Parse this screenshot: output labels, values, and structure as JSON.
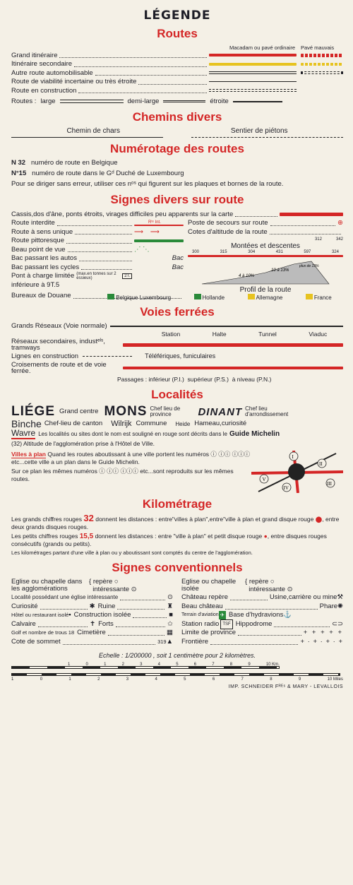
{
  "title": "LÉGENDE",
  "routes": {
    "heading": "Routes",
    "col_macadam": "Macadam ou pavé ordinaire",
    "col_pave": "Pavé mauvais",
    "rows": [
      "Grand itinéraire",
      "Itinéraire secondaire",
      "Autre route automobilisable",
      "Route de viabilité incertaine ou très étroite",
      "Route en construction"
    ],
    "widths_label": "Routes :",
    "w_large": "large",
    "w_demi": "demi-large",
    "w_etroite": "étroite"
  },
  "chemins": {
    "heading": "Chemins divers",
    "chars": "Chemin de chars",
    "pietons": "Sentier de piétons"
  },
  "numerotage": {
    "heading": "Numérotage des routes",
    "n32": "N 32",
    "n32_desc": "numéro de route en Belgique",
    "n15": "N°15",
    "n15_desc": "numéro de route dans le Gᵈ Duché de Luxembourg",
    "note": "Pour se diriger sans erreur, utiliser ces nᵒˢ qui figurent sur les plaques et bornes de la route."
  },
  "signes": {
    "heading": "Signes divers sur route",
    "cassis": "Cassis,dos d'âne, ponts étroits, virages difficiles peu apparents sur la carte",
    "left": [
      "Route interdite",
      "Route à sens unique",
      "Route pittoresque",
      "Beau point de vue",
      "Bac passant les autos",
      "Bac passant les cycles",
      "Pont à charge limitée",
      "inférieure à 9T.5",
      "Bureaux de Douane"
    ],
    "right": [
      "Poste de secours sur route",
      "Cotes d'altitude de la route",
      "Montées et descentes",
      "Profil de la route"
    ],
    "bac": "Bac",
    "rte_int": "Rᵗᵉ Int.",
    "max_tonnes": "(max.en tonnes sur 2 essieux)",
    "charge": "2T.",
    "alt_a": "312",
    "alt_b": "342",
    "profile_nums": [
      "300",
      "315",
      "304",
      "431",
      "597",
      "324"
    ],
    "pct1": "4 à 10%",
    "pct2": "10 à 13%",
    "pct3": "plus de 13%",
    "douanes": [
      "Belgique Luxembourg",
      "Hollande",
      "Allemagne",
      "France"
    ]
  },
  "voies": {
    "heading": "Voies ferrées",
    "grands": "Grands Réseaux (Voie normale)",
    "station": "Station",
    "halte": "Halte",
    "tunnel": "Tunnel",
    "viaduc": "Viaduc",
    "secondaires": "Réseaux secondaires, industᵉˡˢ, tramways",
    "construction": "Lignes en construction",
    "teleferiques": "Téléfériques, funiculaires",
    "croisements": "Croisements de route et de voie ferrée.",
    "passages": "Passages : inférieur (P.I.)",
    "sup": "supérieur (P.S.)",
    "niveau": "à niveau (P.N.)"
  },
  "localites": {
    "heading": "Localités",
    "liege": "LIÉGE",
    "grand_centre": "Grand centre",
    "mons": "MONS",
    "chef_prov": "Chef lieu de province",
    "dinant": "DINANT",
    "chef_arr": "Chef lieu d'arrondissement",
    "binche": "Binche",
    "chef_canton": "Chef-lieu de canton",
    "wilrijk": "Wilrijk",
    "commune": "Commune",
    "heide": "Heide",
    "hameau": "Hameau,curiosité",
    "wavre": "Wavre",
    "wavre_desc": "Les localités ou sites dont le nom est souligné en rouge sont décrits dans le",
    "guide": "Guide Michelin",
    "alt": "(32) Altitude de l'agglomération prise à l'Hôtel de Ville.",
    "villes": "Villes à plan",
    "villes_desc": "Quand les routes aboutissant à une ville portent les numéros ⓘ ⓘⓘ ⓘⓘⓘ etc...cette ville a un plan dans le Guide Michelin.",
    "plan_desc": "Sur ce plan les mêmes numéros ⓘ ⓘⓘ ⓘⓘⓘ etc...sont reproduits sur les mêmes routes.",
    "roman": [
      "I",
      "II",
      "III",
      "IV",
      "V"
    ]
  },
  "kilo": {
    "heading": "Kilométrage",
    "p1a": "Les grands chiffres rouges",
    "n32": "32",
    "p1b": "donnent les distances : entre\"villes à plan\",entre\"ville à plan et grand disque rouge",
    "p1c": "entre deux grands disques rouges.",
    "p2a": "Les petits chiffres rouges",
    "n15": "15,5",
    "p2b": "donnent les distances : entre \"ville à plan\" et petit disque rouge",
    "p2c": "entre disques rouges consécutifs (grands ou petits).",
    "p3": "Les kilométrages partant d'une ville à plan ou y aboutissant sont comptés du centre de l'agglomération."
  },
  "conv": {
    "heading": "Signes conventionnels",
    "left": [
      "Eglise ou chapelle dans les agglomérations",
      "Localité possédant une église intéressante",
      "Curiosité",
      "Hôtel ou restaurant isolé",
      "Calvaire",
      "Golf et nombre de trous",
      "Cote de sommet"
    ],
    "left_mid": [
      "repère",
      "intéressante",
      "Ruine",
      "Construction isolée",
      "Forts",
      "Cimetière"
    ],
    "right": [
      "Eglise ou chapelle isolée",
      "Château repère",
      "Beau château",
      "Terrain d'aviation",
      "Station radio",
      "Limite de province",
      "Frontière"
    ],
    "right_mid": [
      "repère",
      "intéressante",
      "Usine,carrière ou mine",
      "Phare",
      "Base d'hydravions",
      "Hippodrome"
    ],
    "cote": "319",
    "tsf": "TSF",
    "golf": "18"
  },
  "echelle": {
    "text": "Echelle : 1/200000 , soit 1 centimètre pour 2 kilomètres.",
    "km_ticks": [
      "1",
      "0",
      "1",
      "2",
      "3",
      "4",
      "5",
      "6",
      "7",
      "8",
      "9",
      "10 Km."
    ],
    "mi_ticks": [
      "1",
      "0",
      "1",
      "2",
      "3",
      "4",
      "5",
      "6",
      "7",
      "8",
      "9",
      "10 Miles"
    ]
  },
  "footer": "IMP. SCHNEIDER Fᴿᴱˢ & MARY - LEVALLOIS",
  "colors": {
    "red": "#d42626",
    "yellow": "#e7c320",
    "green": "#2a8a3a",
    "blue": "#2d56b5"
  }
}
